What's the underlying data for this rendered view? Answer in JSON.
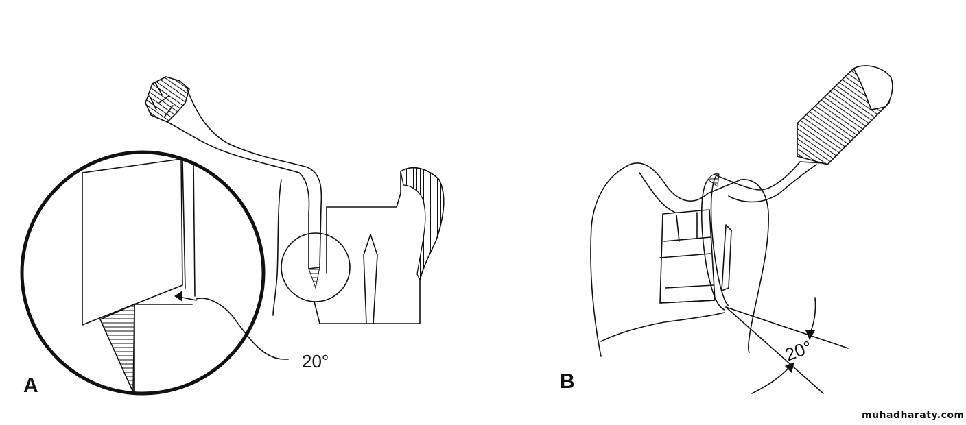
{
  "figure": {
    "panel_a": {
      "letter": "A",
      "angle_label": "20°"
    },
    "panel_b": {
      "letter": "B",
      "angle_label": "20°"
    },
    "watermark": "muhadharaty.com"
  }
}
